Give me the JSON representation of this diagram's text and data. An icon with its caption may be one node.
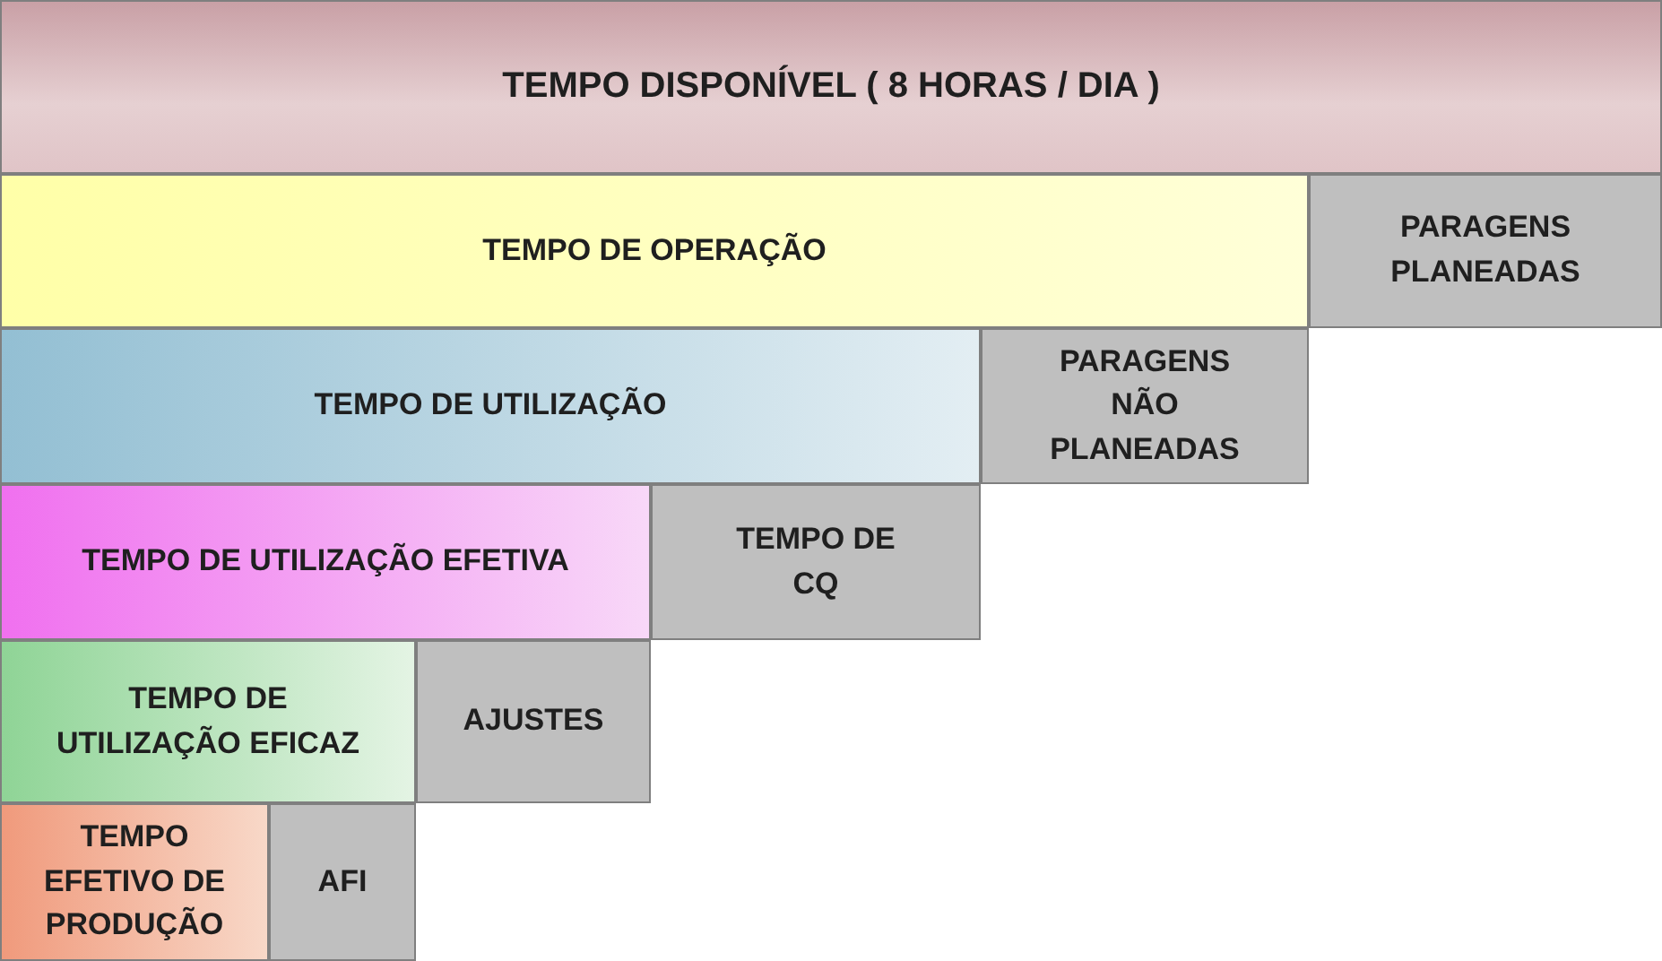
{
  "diagram": {
    "nodes": [
      {
        "text": [
          "TEMPO DISPONÍVEL ( 8 HORAS / DIA )"
        ]
      },
      {
        "text": [
          "TEMPO DE OPERAÇÃO"
        ]
      },
      {
        "text": [
          "PARAGENS PLANEADAS"
        ]
      },
      {
        "text": [
          "TEMPO DE UTILIZAÇÃO"
        ]
      },
      {
        "text": [
          "PARAGENS NÃO PLANEADAS"
        ]
      },
      {
        "text": [
          "TEMPO DE UTILIZAÇÃO EFETIVA"
        ]
      },
      {
        "text": [
          "TEMPO DE CQ"
        ]
      },
      {
        "text": [
          "TEMPO DE UTILIZAÇÃO EFICAZ"
        ]
      },
      {
        "text": [
          "AJUSTES"
        ]
      },
      {
        "text": [
          "TEMPO EFETIVO DE PRODUÇÃO"
        ]
      },
      {
        "text": [
          "AFI"
        ]
      }
    ]
  }
}
